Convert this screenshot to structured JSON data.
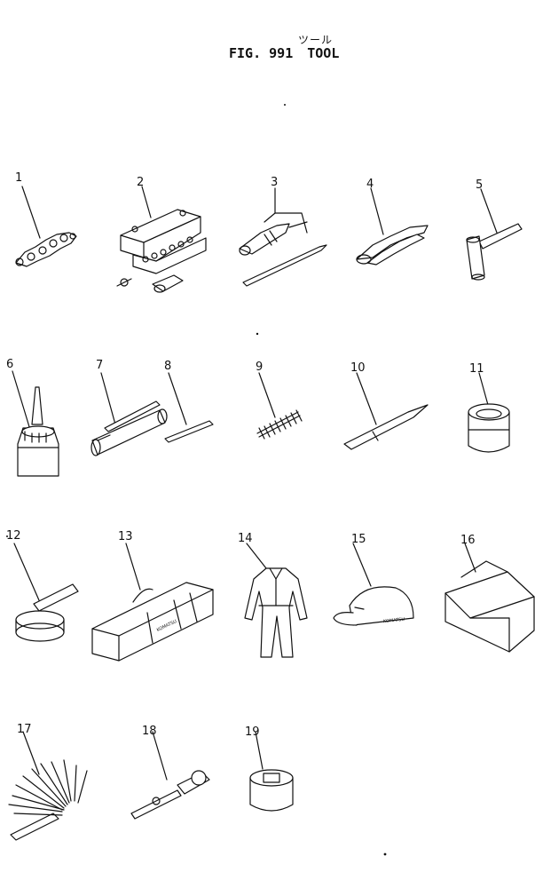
{
  "figure": {
    "title_jp": "ツール",
    "fig_number": "FIG. 991",
    "title": "TOOL"
  },
  "callouts": [
    "1",
    "2",
    "3",
    "4",
    "5",
    "6",
    "7",
    "8",
    "9",
    "10",
    "11",
    "12",
    "13",
    "14",
    "15",
    "16",
    "17",
    "18",
    "19"
  ],
  "brand_marks": {
    "cap": "KOMATSU",
    "bag": "KOMATSU"
  }
}
